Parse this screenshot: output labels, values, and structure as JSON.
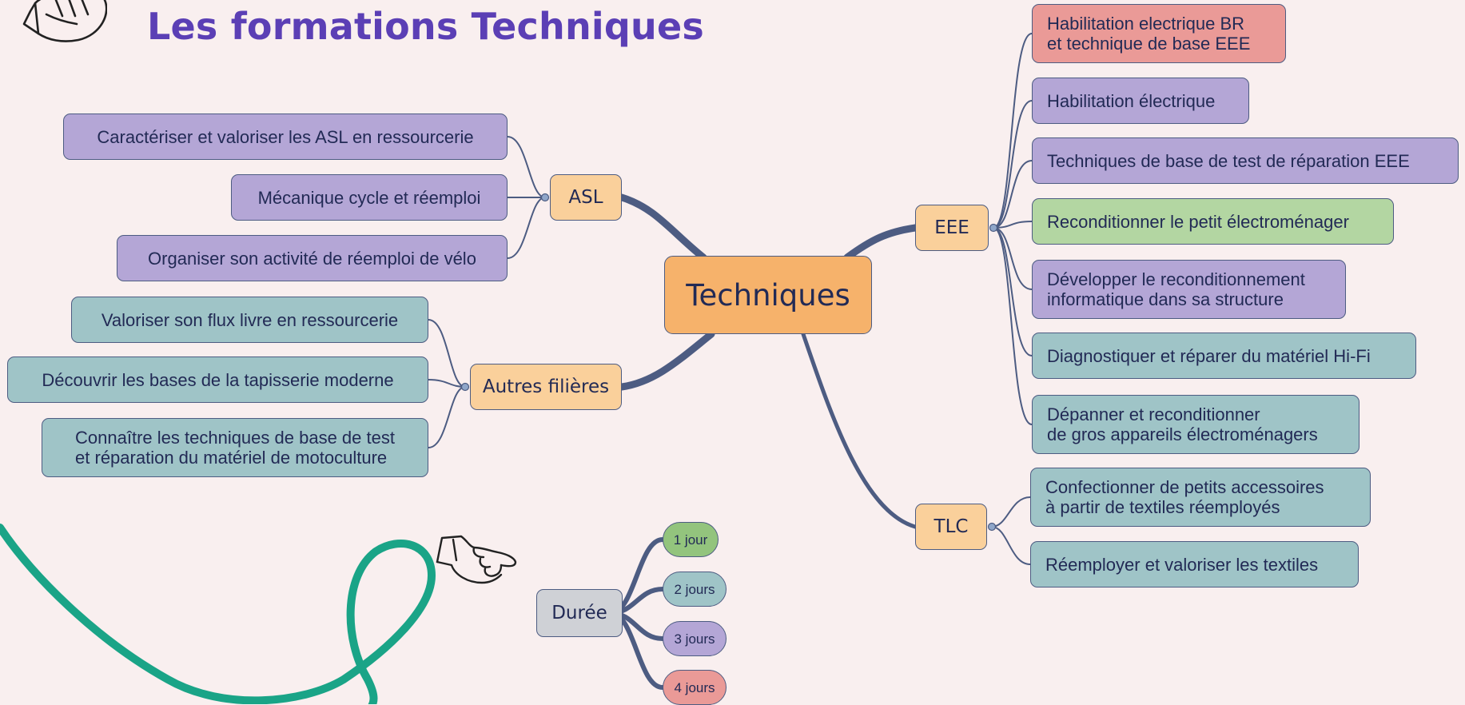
{
  "page": {
    "title": "Les formations Techniques"
  },
  "colors": {
    "background": "#f9efef",
    "title": "#5b3fb5",
    "connector": "#4d5c82",
    "center": "#f6b26b",
    "branch": "#fad09b",
    "purple": "#b4a6d6",
    "teal": "#9fc4c7",
    "green": "#b3d6a2",
    "red": "#ea9a97",
    "grey": "#cfd1d6",
    "swirl": "#1aa487"
  },
  "mindmap": {
    "center": "Techniques",
    "branches": {
      "asl": {
        "label": "ASL",
        "items": [
          "Caractériser et valoriser les ASL en ressourcerie",
          "Mécanique cycle et réemploi",
          "Organiser son activité de réemploi de vélo"
        ]
      },
      "autres": {
        "label": "Autres filières",
        "items": [
          "Valoriser son flux livre en ressourcerie",
          "Découvrir les bases de la tapisserie moderne",
          "Connaître les techniques de base de test\net réparation du matériel de motoculture"
        ]
      },
      "eee": {
        "label": "EEE",
        "items": [
          "Habilitation electrique BR\net technique de base EEE",
          "Habilitation électrique",
          "Techniques de base de test de réparation EEE",
          "Reconditionner le petit électroménager",
          "Développer le reconditionnement\ninformatique dans sa structure",
          "Diagnostiquer et réparer du matériel Hi-Fi",
          "Dépanner et reconditionner\nde gros appareils électroménagers"
        ]
      },
      "tlc": {
        "label": "TLC",
        "items": [
          "Confectionner de petits accessoires\nà partir de textiles réemployés",
          "Réemployer et valoriser les textiles"
        ]
      }
    }
  },
  "legend": {
    "label": "Durée",
    "items": [
      "1 jour",
      "2 jours",
      "3 jours",
      "4 jours"
    ]
  },
  "icons": {
    "top_left": "pointing-hand-icon",
    "legend": "pointing-hand-icon",
    "decoration": "green-swirl"
  }
}
